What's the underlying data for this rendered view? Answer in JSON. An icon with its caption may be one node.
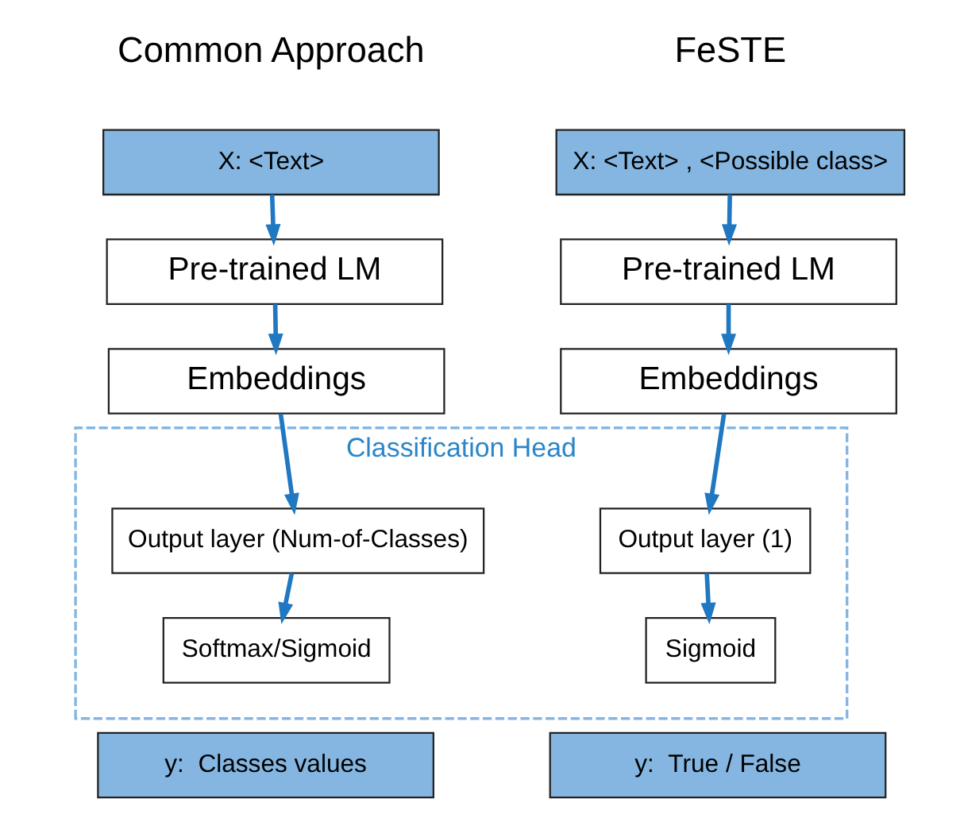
{
  "diagram": {
    "nodes": [
      {
        "text": [
          "X: <Text>"
        ]
      },
      {
        "text": [
          "Pre-trained LM"
        ]
      },
      {
        "text": [
          "Embeddings"
        ]
      },
      {
        "text": [
          "Classification Head"
        ]
      },
      {
        "text": [
          "Output layer (Num-of-Classes)"
        ],
        "in": 3
      },
      {
        "text": [
          "Softmax/Sigmoid"
        ],
        "in": 3
      },
      {
        "text": [
          "y:  Classes values"
        ]
      },
      {
        "text": [
          "X: <Text> , <Possible class>"
        ]
      },
      {
        "text": [
          "Pre-trained LM"
        ]
      },
      {
        "text": [
          "Embeddings"
        ]
      },
      {
        "text": [
          "Output layer (1)"
        ],
        "in": 3
      },
      {
        "text": [
          "Sigmoid"
        ],
        "in": 3
      },
      {
        "text": [
          "y:  True / False"
        ]
      }
    ],
    "edges": [
      {
        "from": 0,
        "to": 1,
        "arrow": "to"
      },
      {
        "from": 1,
        "to": 2,
        "arrow": "to"
      },
      {
        "from": 2,
        "to": 4,
        "arrow": "to"
      },
      {
        "from": 4,
        "to": 5,
        "arrow": "to"
      },
      {
        "from": 7,
        "to": 8,
        "arrow": "to"
      },
      {
        "from": 8,
        "to": 9,
        "arrow": "to"
      },
      {
        "from": 9,
        "to": 10,
        "arrow": "to"
      },
      {
        "from": 10,
        "to": 11,
        "arrow": "to"
      }
    ],
    "labels": [
      "Common Approach",
      "FeSTE"
    ]
  }
}
